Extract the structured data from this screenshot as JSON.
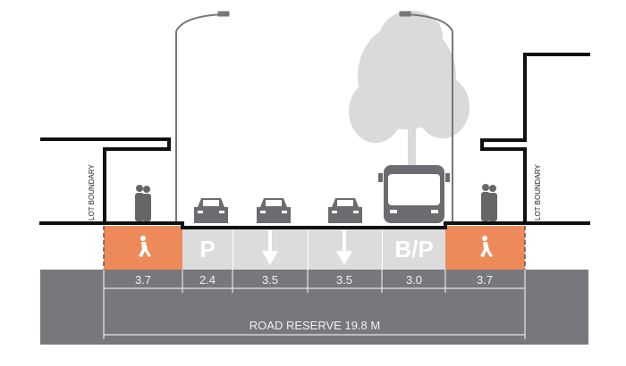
{
  "title_total": "ROAD RESERVE 19.8 M",
  "lot_boundary_label": "LOT BOUNDARY",
  "segments": [
    {
      "type": "footpath",
      "symbol": "pedestrian",
      "width": "3.7"
    },
    {
      "type": "parking",
      "symbol": "P",
      "width": "2.4"
    },
    {
      "type": "traffic-lane",
      "symbol": "arrow-down",
      "width": "3.5"
    },
    {
      "type": "traffic-lane",
      "symbol": "arrow-down",
      "width": "3.5"
    },
    {
      "type": "bus-parking",
      "symbol": "B/P",
      "width": "3.0"
    },
    {
      "type": "footpath",
      "symbol": "pedestrian",
      "width": "3.7"
    }
  ],
  "colors": {
    "footpath": "#ee8a5a",
    "lane": "#dcdcdd",
    "base": "#77787b",
    "tree": "#d8d9da"
  }
}
